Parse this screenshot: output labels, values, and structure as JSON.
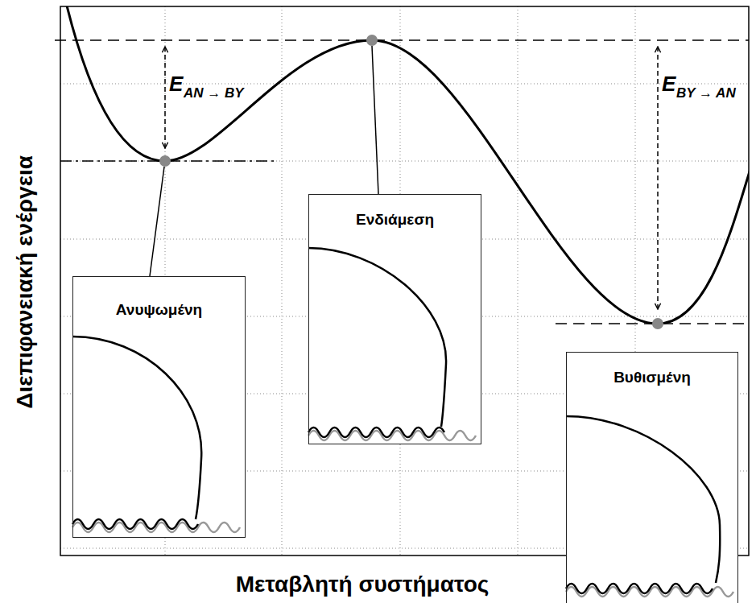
{
  "diagram": {
    "nodes": [
      {
        "text": [
          "Ανυψωμένη"
        ]
      },
      {
        "text": [
          "Ενδιάμεση"
        ]
      },
      {
        "text": [
          "Βυθισμένη"
        ]
      }
    ],
    "labels": [
      "E",
      "AN → BY",
      "E",
      "BY → AN",
      "Διεπιφανειακή ενέργεια",
      "Μεταβλητή συστήματος"
    ]
  }
}
